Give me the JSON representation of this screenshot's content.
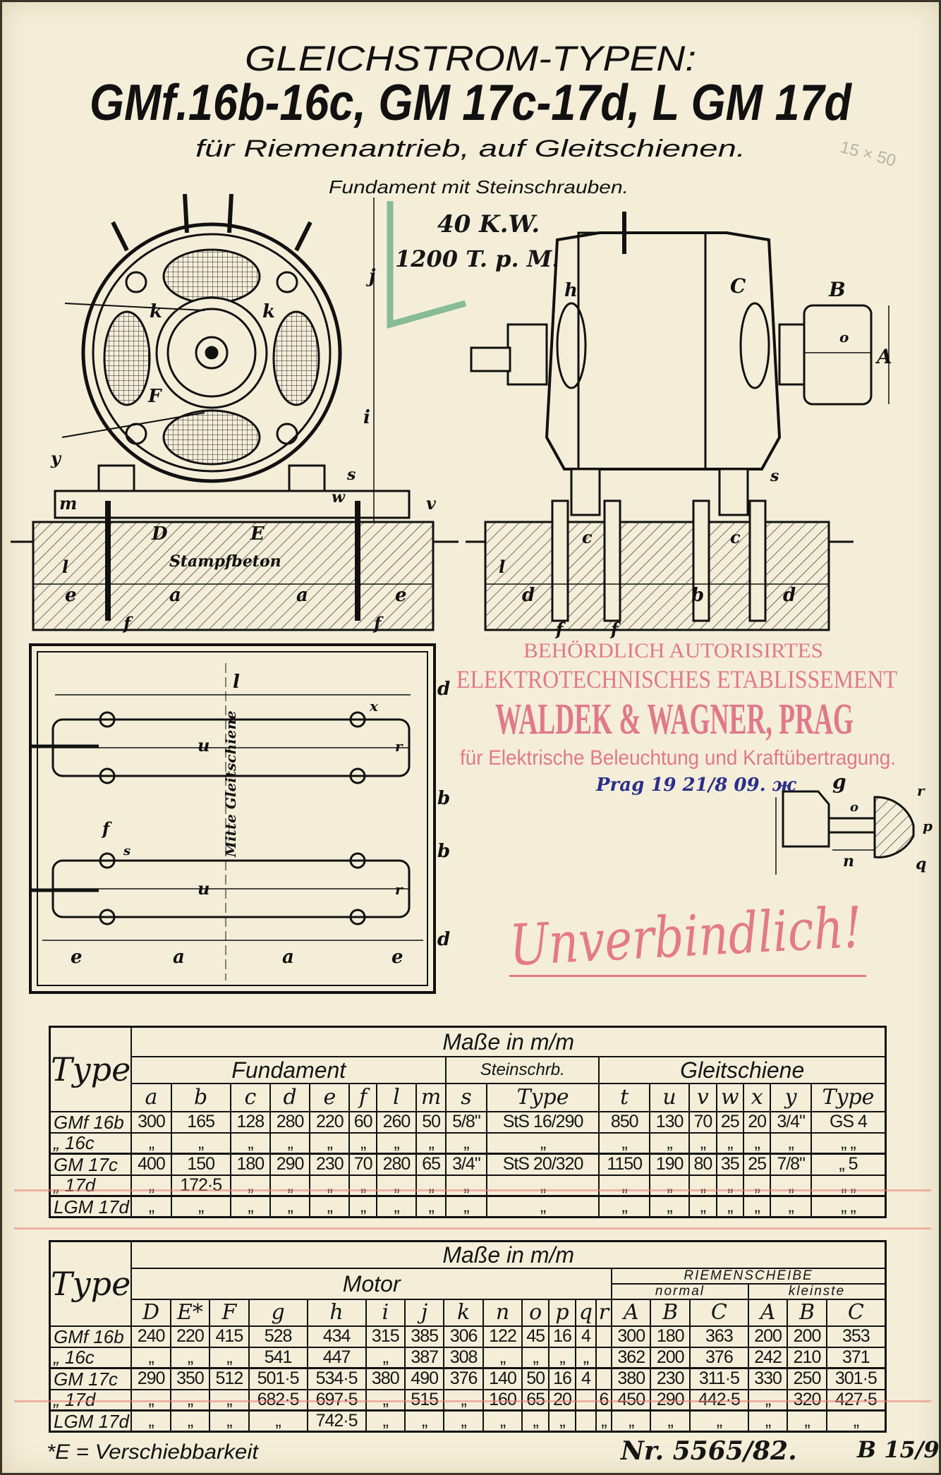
{
  "header": {
    "title_line1": "GLEICHSTROM-TYPEN:",
    "title_line2": "GMf.16b-16c, GM 17c-17d, L GM 17d",
    "subtitle": "für Riemenantrieb, auf Gleitschienen.",
    "foundation_note": "Fundament mit Steinschrauben."
  },
  "handwritten": {
    "power": "40 K.W.",
    "speed": "1200 T. p. M.",
    "pencil_note": "15 × 50",
    "date": "Prag 19 21/8 09. ж",
    "unverbindlich": "Unverbindlich!",
    "number": "Nr. 5565/82.",
    "signature": "B 15/9"
  },
  "stamp": {
    "line1": "BEHÖRDLICH AUTORISIRTES",
    "line2": "ELEKTROTECHNISCHES ETABLISSEMENT",
    "line3": "WALDEK & WAGNER, PRAG",
    "line4": "für Elektrische Beleuchtung und Kraftübertragung."
  },
  "drawings": {
    "front": {
      "k1": "k",
      "k2": "k",
      "F": "F",
      "i": "i",
      "j": "j",
      "y": "y",
      "m": "m",
      "D": "D",
      "E": "E",
      "w": "w",
      "v": "v",
      "s": "s",
      "l": "l",
      "e1": "e",
      "a1": "a",
      "a2": "a",
      "e2": "e",
      "f1": "f",
      "f2": "f",
      "concrete": "Stampfbeton"
    },
    "side": {
      "h": "h",
      "C": "C",
      "B": "B",
      "A": "A",
      "o": "o",
      "s": "s",
      "c1": "c",
      "c2": "c",
      "l": "l",
      "d1": "d",
      "b": "b",
      "d2": "d",
      "f1": "f",
      "f2": "f"
    },
    "top": {
      "l": "l",
      "x": "x",
      "u1": "u",
      "u2": "u",
      "r1": "r",
      "r2": "r",
      "f": "f",
      "s": "s",
      "rail_center": "Mitte Gleitschiene",
      "e1": "e",
      "a1": "a",
      "a2": "a",
      "e2": "e",
      "d1": "d",
      "b1": "b",
      "b2": "b",
      "d2": "d",
      "g": "g"
    },
    "pulley": {
      "n": "n",
      "q": "q",
      "r": "r",
      "p": "p",
      "o": "o"
    }
  },
  "table1": {
    "units": "Maße in m/m",
    "type_label": "Type",
    "groups": [
      "Fundament",
      "Steinschrb.",
      "Gleitschiene"
    ],
    "columns": [
      "a",
      "b",
      "c",
      "d",
      "e",
      "f",
      "l",
      "m",
      "s",
      "Type",
      "t",
      "u",
      "v",
      "w",
      "x",
      "y",
      "Type"
    ],
    "rows": [
      {
        "type": "GMf 16b",
        "values": [
          "300",
          "165",
          "128",
          "280",
          "220",
          "60",
          "260",
          "50",
          "5/8\"",
          "StS 16/290",
          "850",
          "130",
          "70",
          "25",
          "20",
          "3/4\"",
          "GS 4"
        ]
      },
      {
        "type": "„ 16c",
        "values": [
          "„",
          "„",
          "„",
          "„",
          "„",
          "„",
          "„",
          "„",
          "„",
          "„",
          "„",
          "„",
          "„",
          "„",
          "„",
          "„",
          "„ „"
        ]
      },
      {
        "type": "GM 17c",
        "values": [
          "400",
          "150",
          "180",
          "290",
          "230",
          "70",
          "280",
          "65",
          "3/4\"",
          "StS 20/320",
          "1150",
          "190",
          "80",
          "35",
          "25",
          "7/8\"",
          "„ 5"
        ]
      },
      {
        "type": "„ 17d",
        "values": [
          "„",
          "172·5",
          "„",
          "„",
          "„",
          "„",
          "„",
          "„",
          "„",
          "„",
          "„",
          "„",
          "„",
          "„",
          "„",
          "„",
          "„ „"
        ]
      },
      {
        "type": "LGM 17d",
        "values": [
          "„",
          "„",
          "„",
          "„",
          "„",
          "„",
          "„",
          "„",
          "„",
          "„",
          "„",
          "„",
          "„",
          "„",
          "„",
          "„",
          "„ „"
        ]
      }
    ]
  },
  "table2": {
    "units": "Maße in m/m",
    "type_label": "Type",
    "group_motor": "Motor",
    "group_pulley": "RIEMENSCHEIBE",
    "sub_normal": "normal",
    "sub_smallest": "kleinste",
    "columns": [
      "D",
      "E*",
      "F",
      "g",
      "h",
      "i",
      "j",
      "k",
      "n",
      "o",
      "p",
      "q",
      "r",
      "A",
      "B",
      "C",
      "A",
      "B",
      "C"
    ],
    "rows": [
      {
        "type": "GMf 16b",
        "values": [
          "240",
          "220",
          "415",
          "528",
          "434",
          "315",
          "385",
          "306",
          "122",
          "45",
          "16",
          "4",
          "",
          "300",
          "180",
          "363",
          "200",
          "200",
          "353"
        ]
      },
      {
        "type": "„ 16c",
        "values": [
          "„",
          "„",
          "„",
          "541",
          "447",
          "„",
          "387",
          "308",
          "„",
          "„",
          "„",
          "„",
          "",
          "362",
          "200",
          "376",
          "242",
          "210",
          "371"
        ]
      },
      {
        "type": "GM 17c",
        "values": [
          "290",
          "350",
          "512",
          "501·5",
          "534·5",
          "380",
          "490",
          "376",
          "140",
          "50",
          "16",
          "4",
          "",
          "380",
          "230",
          "311·5",
          "330",
          "250",
          "301·5"
        ]
      },
      {
        "type": "„ 17d",
        "values": [
          "„",
          "„",
          "„",
          "682·5",
          "697·5",
          "„",
          "515",
          "„",
          "160",
          "65",
          "20",
          "",
          "6",
          "450",
          "290",
          "442·5",
          "„",
          "320",
          "427·5"
        ]
      },
      {
        "type": "LGM 17d",
        "values": [
          "„",
          "„",
          "„",
          "„",
          "742·5",
          "„",
          "„",
          "„",
          "„",
          "„",
          "„",
          "",
          "„",
          "„",
          "„",
          "„",
          "„",
          "„",
          "„"
        ]
      }
    ],
    "footnote": "*E = Verschiebbarkeit"
  }
}
